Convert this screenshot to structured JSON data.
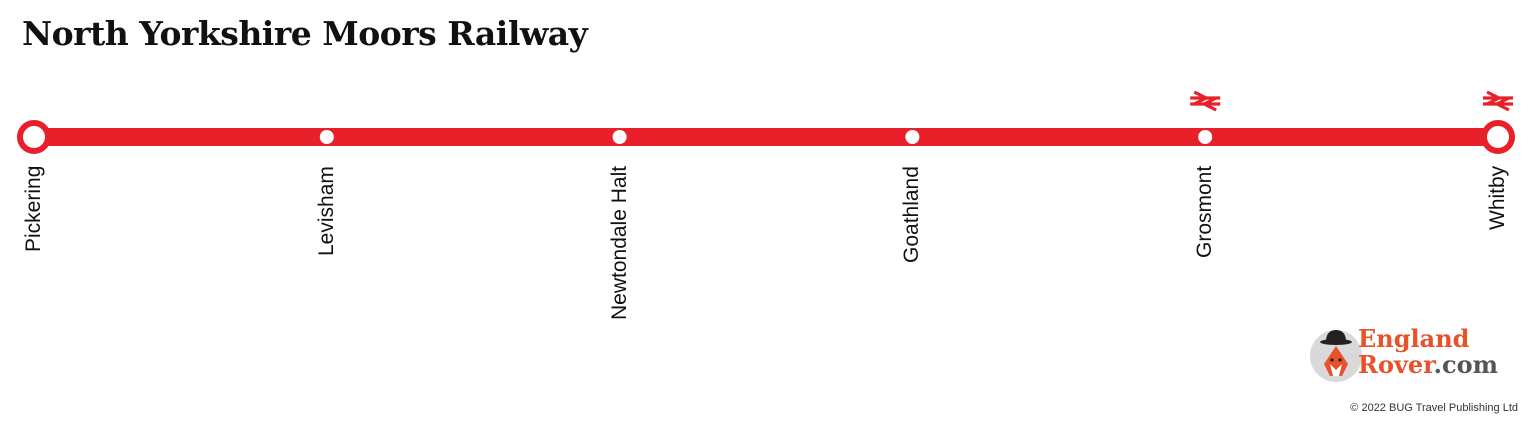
{
  "title": "North Yorkshire Moors Railway",
  "line": {
    "color": "#e8202a",
    "stations": [
      {
        "name": "Pickering",
        "type": "terminus",
        "national_rail": false
      },
      {
        "name": "Levisham",
        "type": "stop",
        "national_rail": false
      },
      {
        "name": "Newtondale Halt",
        "type": "stop",
        "national_rail": false
      },
      {
        "name": "Goathland",
        "type": "stop",
        "national_rail": false
      },
      {
        "name": "Grosmont",
        "type": "stop",
        "national_rail": true
      },
      {
        "name": "Whitby",
        "type": "terminus",
        "national_rail": true
      }
    ]
  },
  "icons": {
    "national_rail": "national-rail-icon",
    "logo": "fox-bowler-hat-logo"
  },
  "brand": {
    "name_line1": "England",
    "name_line2": "Rover",
    "name_suffix": ".com",
    "color": "#e8522a",
    "copyright": "© 2022 BUG Travel Publishing Ltd"
  }
}
